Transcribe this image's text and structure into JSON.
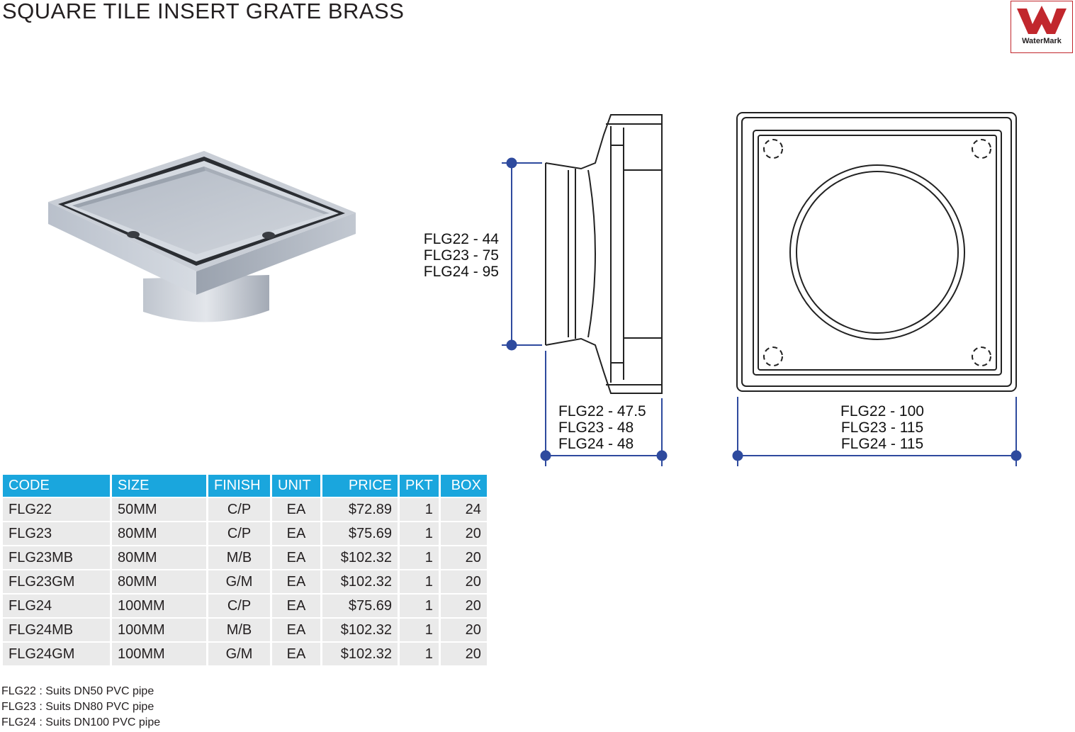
{
  "title": "SQUARE TILE INSERT GRATE BRASS",
  "logo": {
    "text": "WaterMark",
    "color": "#c1272d"
  },
  "dimensions": {
    "height": [
      "FLG22 - 44",
      "FLG23 - 75",
      "FLG24 - 95"
    ],
    "depth": [
      "FLG22 - 47.5",
      "FLG23 - 48",
      "FLG24 - 48"
    ],
    "width": [
      "FLG22 - 100",
      "FLG23 - 115",
      "FLG24 - 115"
    ],
    "marker_color": "#2e4a9e"
  },
  "table": {
    "header_color": "#1aa6dd",
    "headers": [
      "CODE",
      "SIZE",
      "FINISH",
      "UNIT",
      "PRICE",
      "PKT",
      "BOX"
    ],
    "rows": [
      [
        "FLG22",
        "50MM",
        "C/P",
        "EA",
        "$72.89",
        "1",
        "24"
      ],
      [
        "FLG23",
        "80MM",
        "C/P",
        "EA",
        "$75.69",
        "1",
        "20"
      ],
      [
        "FLG23MB",
        "80MM",
        "M/B",
        "EA",
        "$102.32",
        "1",
        "20"
      ],
      [
        "FLG23GM",
        "80MM",
        "G/M",
        "EA",
        "$102.32",
        "1",
        "20"
      ],
      [
        "FLG24",
        "100MM",
        "C/P",
        "EA",
        "$75.69",
        "1",
        "20"
      ],
      [
        "FLG24MB",
        "100MM",
        "M/B",
        "EA",
        "$102.32",
        "1",
        "20"
      ],
      [
        "FLG24GM",
        "100MM",
        "G/M",
        "EA",
        "$102.32",
        "1",
        "20"
      ]
    ]
  },
  "notes": [
    "FLG22 : Suits DN50 PVC pipe",
    "FLG23 : Suits DN80 PVC pipe",
    "FLG24 : Suits DN100 PVC pipe"
  ]
}
